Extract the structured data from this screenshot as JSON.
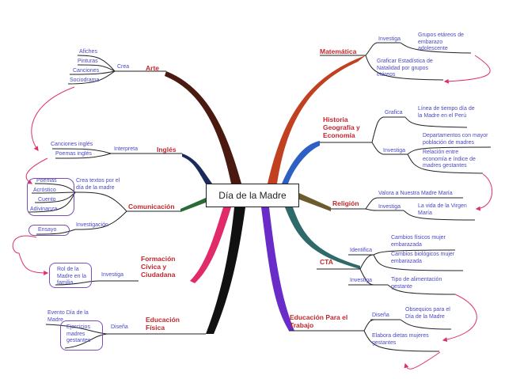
{
  "center": "Día de la Madre",
  "branches": {
    "matematica": "Matemática",
    "historia": "Historia Geografía y Economía",
    "religion": "Religión",
    "cta": "CTA",
    "educacion_trabajo": "Educación Para el Trabajo",
    "educacion_fisica": "Educación Física",
    "formacion": "Formación Cívica y Ciudadana",
    "comunicacion": "Comunicación",
    "ingles": "Inglés",
    "arte": "Arte"
  },
  "arte": {
    "verb": "Crea",
    "items": [
      "Afiches",
      "Pinturas",
      "Canciones",
      "Sociodrama"
    ]
  },
  "ingles": {
    "verb": "Interpreta",
    "items": [
      "Canciones inglés",
      "Poemas inglés"
    ]
  },
  "comunicacion": {
    "crea": "Crea textos por el día de la madre",
    "items": [
      "Poemas",
      "Acróstico",
      "Cuento",
      "Adivinanza"
    ],
    "investigacion": "Investigación",
    "ensayo": "Ensayo"
  },
  "formacion": {
    "verb": "Investiga",
    "item": "Rol de la Madre en la familia"
  },
  "educacion_fisica": {
    "evento": "Evento Día de la Madre",
    "verb": "Diseña",
    "item": "Ejercicios madres gestantes"
  },
  "matematica": {
    "verb": "Investiga",
    "grupos": "Grupos etáreos de embarazo adolescente",
    "graficar": "Graficar Estadística de Natalidad por grupos etáreos"
  },
  "historia": {
    "grafica": "Grafica",
    "linea": "Línea de tiempo día de la Madre en el Perú",
    "investiga": "Investiga",
    "departamentos": "Departamentos con mayor población de madres",
    "relacion": "Relación entre economía e índice de madres gestantes"
  },
  "religion": {
    "valora": "Valora a Nuestra Madre María",
    "investiga": "Investiga",
    "vida": "La vida de la Virgen María"
  },
  "cta": {
    "identifica": "Identifica",
    "cambios_fisicos": "Cambios físicos mujer embarazada",
    "cambios_biologicos": "Cambios biológicos mujer embarazada",
    "investiga": "Investiga",
    "tipo": "Tipo de alimentación gestante"
  },
  "educacion_trabajo": {
    "disena": "Diseña",
    "obsequios": "Obsequios para el Día de la Madre",
    "elabora": "Elabora dietas mujeres gestantes"
  },
  "colors": {
    "matematica": "#c0401f",
    "historia": "#2d5fc4",
    "religion": "#6b5b2e",
    "cta": "#2e6a6a",
    "educacion_trabajo": "#6a2cc8",
    "educacion_fisica": "#111111",
    "formacion": "#e02a6a",
    "comunicacion": "#2a6a34",
    "ingles": "#1a2a5a",
    "arte": "#4a1a10",
    "label_text": "#4a49c2",
    "branch_text": "#c0282e",
    "ring": "#7a4eb3",
    "arrow": "#e0306a"
  }
}
